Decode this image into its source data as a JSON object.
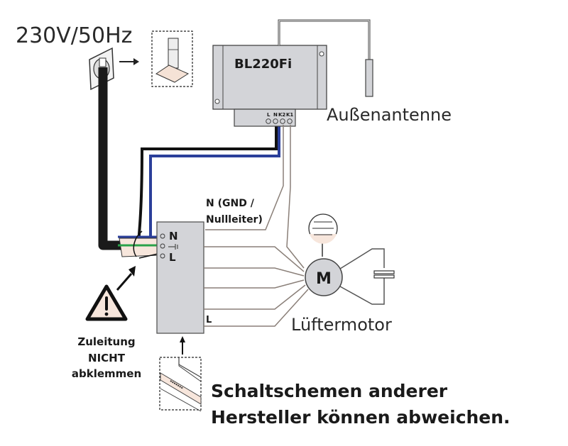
{
  "diagram": {
    "supply_label": "230V/50Hz",
    "controller": {
      "model": "BL220Fi",
      "terminals": [
        "L",
        "N",
        "K2",
        "K1"
      ]
    },
    "antenna_label": "Außenantenne",
    "neutral_label_line1": "N (GND /",
    "neutral_label_line2": "Nullleiter)",
    "hood_terminal_labels": [
      "N",
      "L"
    ],
    "hood_output_label": "L",
    "motor_symbol": "M",
    "motor_label": "Lüftermotor",
    "warning": {
      "icon": "warning-triangle-icon",
      "line1": "Zuleitung",
      "line2": "NICHT",
      "line3": "abklemmen"
    },
    "footer_line1": "Schaltschemen anderer",
    "footer_line2": "Hersteller können abweichen.",
    "colors": {
      "neutral_wire": "#2b3f9a",
      "earth_wire": "#2aa24a",
      "cable": "#1a1a1a",
      "box_fill": "#d3d4d8",
      "insulation": "#f7e6dc"
    }
  }
}
